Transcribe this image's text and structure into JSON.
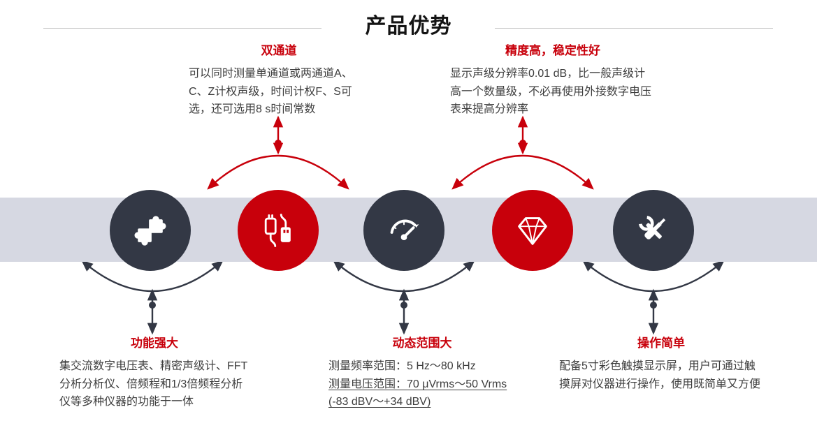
{
  "title": "产品优势",
  "colors": {
    "red": "#c8000b",
    "dark": "#333845",
    "band": "#d6d8e2"
  },
  "top_annotations": [
    {
      "title": "双通道",
      "body": "可以同时测量单通道或两通道A、C、Z计权声级，时间计权F、S可选，还可选用8 s时间常数"
    },
    {
      "title": "精度高，稳定性好",
      "body": "显示声级分辨率0.01 dB，比一般声级计高一个数量级，不必再使用外接数字电压表来提高分辨率"
    }
  ],
  "features": [
    {
      "icon": "puzzle-icon",
      "circle_color": "#333845"
    },
    {
      "icon": "usb-cable-icon",
      "circle_color": "#c8000b"
    },
    {
      "icon": "gauge-icon",
      "circle_color": "#333845"
    },
    {
      "icon": "diamond-icon",
      "circle_color": "#c8000b"
    },
    {
      "icon": "crossed-tools-icon",
      "circle_color": "#333845"
    }
  ],
  "bottom_annotations": [
    {
      "title": "功能强大",
      "body": "集交流数字电压表、精密声级计、FFT分析分析仪、倍频程和1/3倍频程分析仪等多种仪器的功能于一体"
    },
    {
      "title": "动态范围大",
      "body_line1": "测量频率范围：5 Hz～80 kHz",
      "body_line2": "测量电压范围：70 μVrms～50 Vrms (-83 dBV～+34 dBV)"
    },
    {
      "title": "操作简单",
      "body": "配备5寸彩色触摸显示屏，用户可通过触摸屏对仪器进行操作，使用既简单又方便"
    }
  ]
}
